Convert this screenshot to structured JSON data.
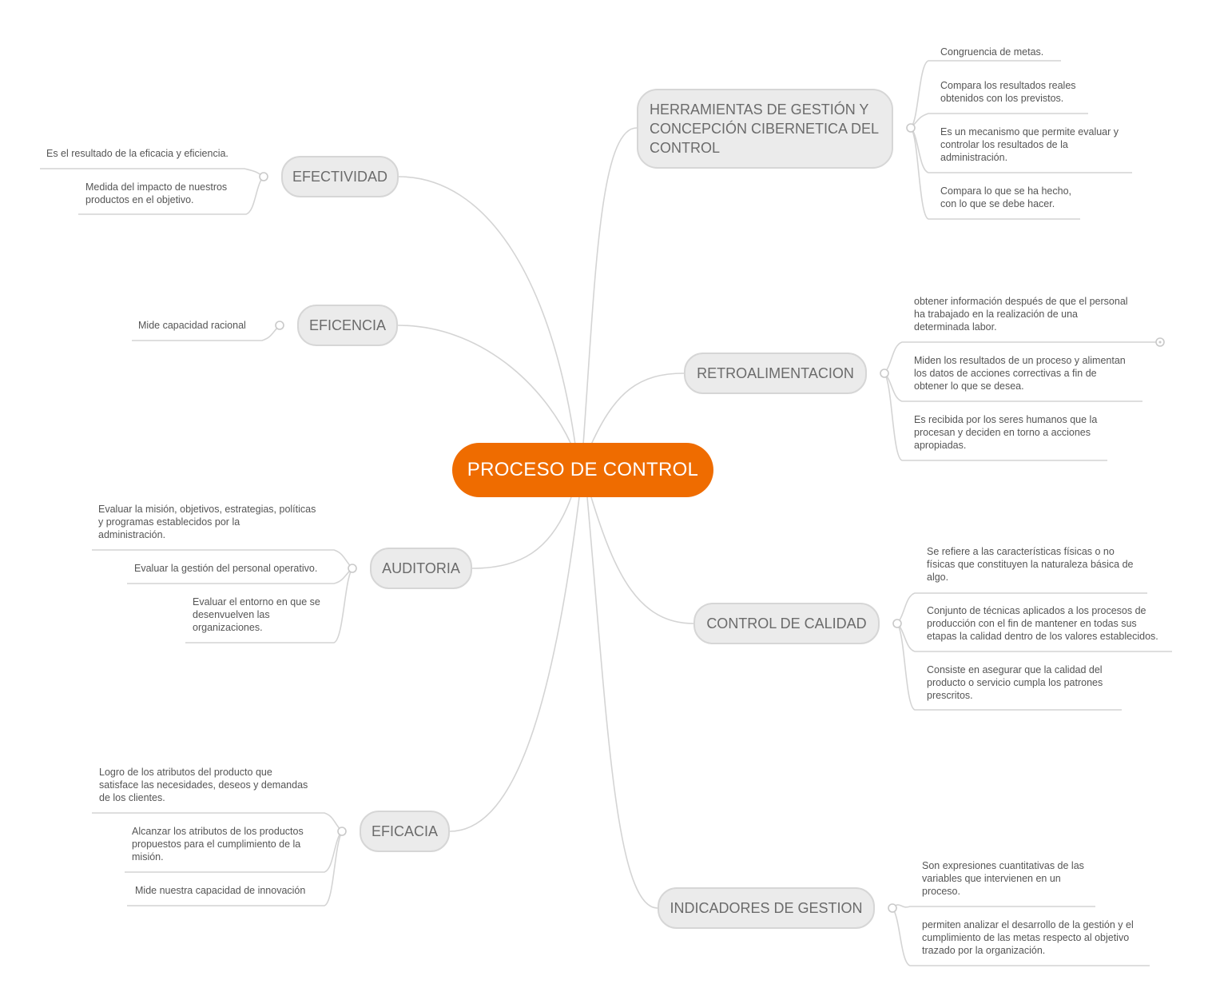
{
  "central": "PROCESO DE CONTROL",
  "topics": {
    "herramientas": {
      "label": "HERRAMIENTAS DE GESTIÓN Y\nCONCEPCIÓN CIBERNETICA DEL\nCONTROL",
      "notes": [
        "Congruencia de  metas.",
        "Compara los resultados  reales\nobtenidos con los previstos.",
        "Es un mecanismo  que permite evaluar y\ncontrolar los resultados de la\nadministración.",
        "Compara lo que se ha hecho,\ncon lo que se debe hacer."
      ]
    },
    "retroalimentacion": {
      "label": "RETROALIMENTACION",
      "notes": [
        "obtener información después de que el personal\nha trabajado en la  realización de una\ndeterminada labor.",
        "Miden los  resultados de un proceso y alimentan\nlos datos de acciones correctivas a fin de\nobtener lo que se desea.",
        "Es recibida por los seres humanos que la\nprocesan  y deciden en torno a acciones\napropiadas."
      ]
    },
    "calidad": {
      "label": "CONTROL DE CALIDAD",
      "notes": [
        "Se refiere a las características físicas o no\nfísicas que constituyen la naturaleza básica de\nalgo.",
        "Conjunto de técnicas  aplicados a los procesos de\nproducción con el fin de mantener en todas sus\netapas la calidad dentro de los valores establecidos.",
        "Consiste en asegurar que la calidad del\nproducto o servicio  cumpla los patrones\nprescritos."
      ]
    },
    "indicadores": {
      "label": "INDICADORES DE GESTION",
      "notes": [
        "Son expresiones cuantitativas de las\nvariables que  intervienen en un\nproceso.",
        "permiten analizar el desarrollo de la gestión y el\ncumplimiento de las metas  respecto al objetivo\ntrazado por la organización."
      ]
    },
    "efectividad": {
      "label": "EFECTIVIDAD",
      "notes": [
        "Es el resultado de la eficacia y eficiencia.",
        "Medida del impacto de nuestros\nproductos en el objetivo."
      ]
    },
    "eficencia": {
      "label": "EFICENCIA",
      "notes": [
        "Mide capacidad racional"
      ]
    },
    "auditoria": {
      "label": "AUDITORIA",
      "notes": [
        "Evaluar la misión, objetivos, estrategias, políticas\ny programas establecidos por  la\nadministración.",
        "Evaluar la gestión del personal operativo.",
        "Evaluar el entorno en que se\ndesenvuelven las\norganizaciones."
      ]
    },
    "eficacia": {
      "label": "EFICACIA",
      "notes": [
        "Logro de los atributos del producto que\nsatisface las necesidades, deseos y demandas\nde los clientes.",
        "Alcanzar los atributos de los productos\npropuestos para el  cumplimiento de la\nmisión.",
        "Mide nuestra capacidad de innovación"
      ]
    }
  },
  "colors": {
    "central_fill": "#ef6c00",
    "central_text": "#ffffff",
    "topic_fill": "#ebebeb",
    "topic_border": "#d6d6d6",
    "topic_text": "#6b6b6b",
    "note_text": "#555555",
    "connector": "#d4d4d4"
  }
}
